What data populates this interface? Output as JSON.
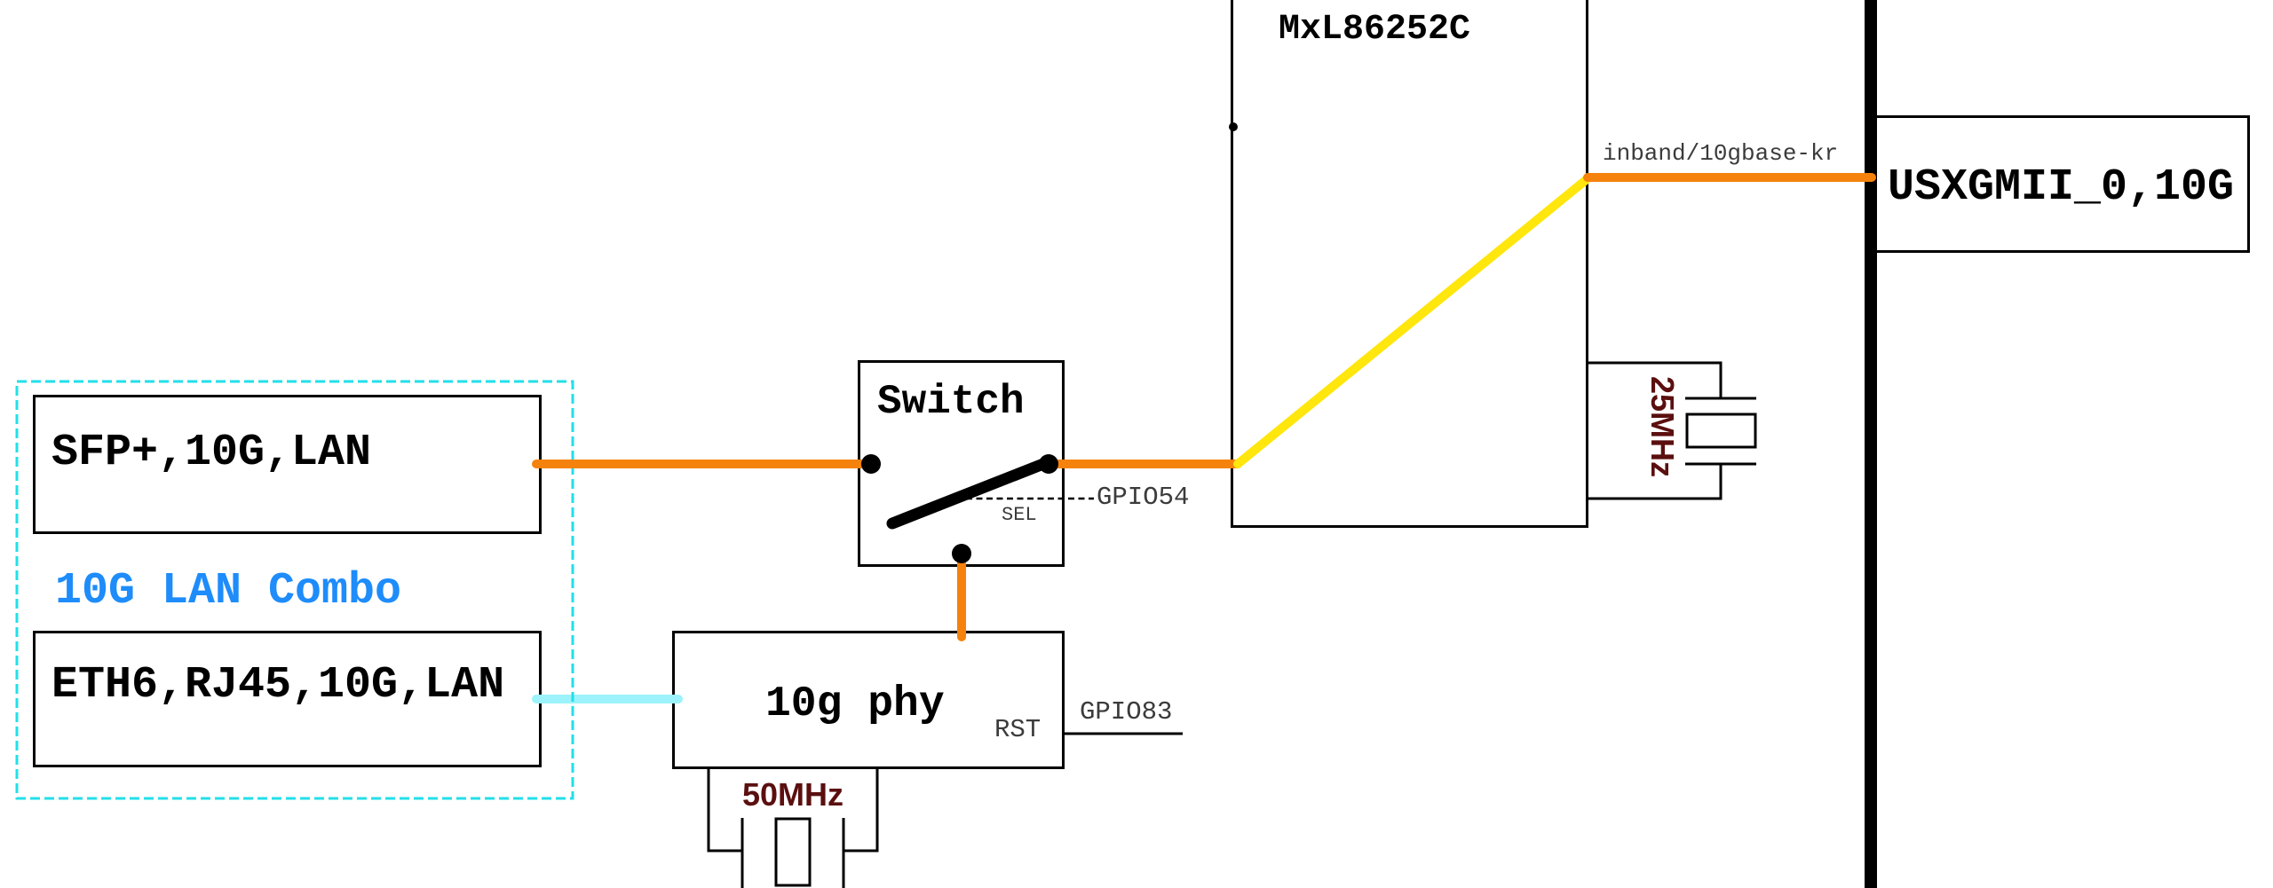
{
  "blocks": {
    "mxl": {
      "label": "MxL86252C"
    },
    "usxgmii": {
      "label": "USXGMII_0,10G"
    },
    "switch": {
      "label": "Switch"
    },
    "sfp": {
      "label": "SFP+,10G,LAN"
    },
    "eth": {
      "label": "ETH6,RJ45,10G,LAN"
    },
    "phy": {
      "label": "10g phy"
    }
  },
  "labels": {
    "combo": "10G LAN Combo",
    "inband": "inband/10gbase-kr",
    "gpio54": "GPIO54",
    "sel": "SEL",
    "gpio83": "GPIO83",
    "rst": "RST",
    "xtal25": "25MHz",
    "xtal50": "50MHz"
  },
  "colors": {
    "orange": "#F5820D",
    "yellow": "#FFE60D",
    "cyan-dash": "#22DFE9",
    "cyan-link": "#9CF3FB",
    "blue": "#1E8CFA",
    "maroon": "#5B0F0F",
    "gray-label": "#3B3B3B",
    "ink": "#000000"
  }
}
